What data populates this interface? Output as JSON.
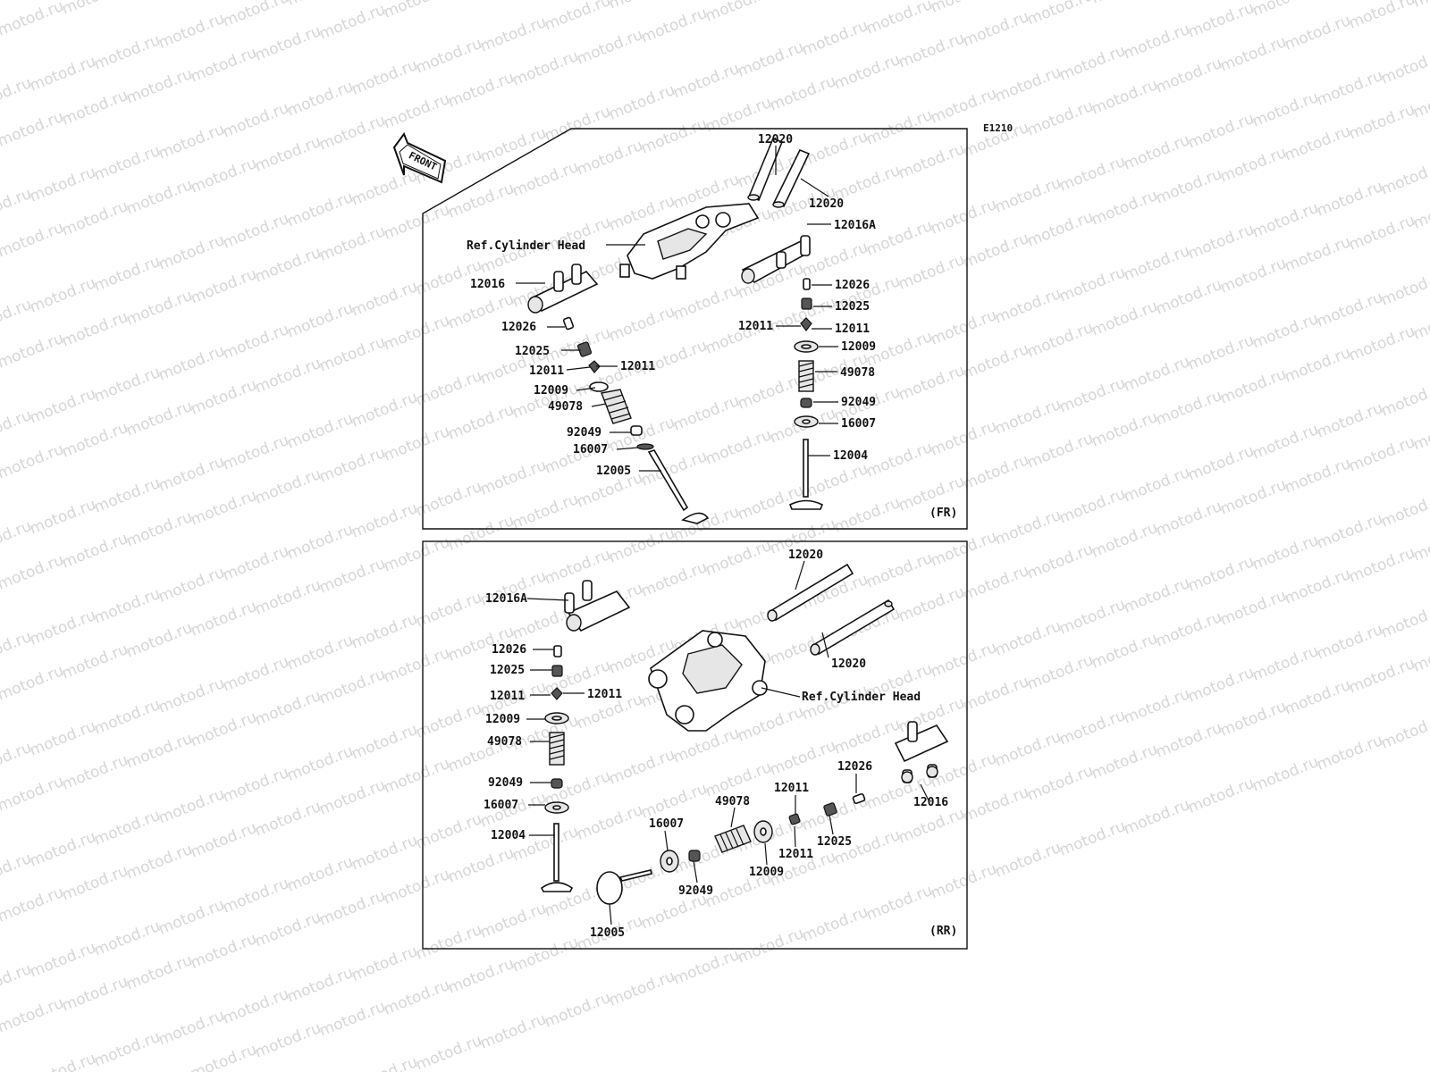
{
  "watermark": "motod.ru",
  "diagram_code": "E1210",
  "front_arrow_label": "FRONT",
  "panels": {
    "front": {
      "tag": "(FR)"
    },
    "rear": {
      "tag": "(RR)"
    }
  },
  "labels": {
    "fr": {
      "shaft_top": "12020",
      "shaft_bottom": "12020",
      "ref_head": "Ref.Cylinder Head",
      "rocker_right": "12016A",
      "rocker_left": "12016",
      "tip_r": "12026",
      "retainer_r": "12025",
      "keeper_r_left": "12011",
      "keeper_r_right": "12011",
      "seat_r": "12009",
      "spring_r": "49078",
      "seal_r": "92049",
      "washer_r": "16007",
      "valve_r": "12004",
      "tip_l": "12026",
      "retainer_l": "12025",
      "keeper_l_left": "12011",
      "keeper_l_right": "12011",
      "seat_l": "12009",
      "spring_l": "49078",
      "seal_l": "92049",
      "washer_l": "16007",
      "valve_l": "12005"
    },
    "rr": {
      "shaft_top": "12020",
      "shaft_bottom": "12020",
      "ref_head": "Ref.Cylinder Head",
      "rocker_left": "12016A",
      "tip_l": "12026",
      "retainer_l": "12025",
      "keeper_l_left": "12011",
      "keeper_l_right": "12011",
      "seat_l": "12009",
      "spring_l": "49078",
      "seal_l": "92049",
      "washer_l": "16007",
      "valve_l": "12004",
      "rocker_right": "12016",
      "tip_h": "12026",
      "keeper_h_top": "12011",
      "retainer_h": "12025",
      "keeper_h_bottom": "12011",
      "spring_h": "49078",
      "seat_h": "12009",
      "washer_h": "16007",
      "seal_h": "92049",
      "valve_h": "12005"
    }
  }
}
